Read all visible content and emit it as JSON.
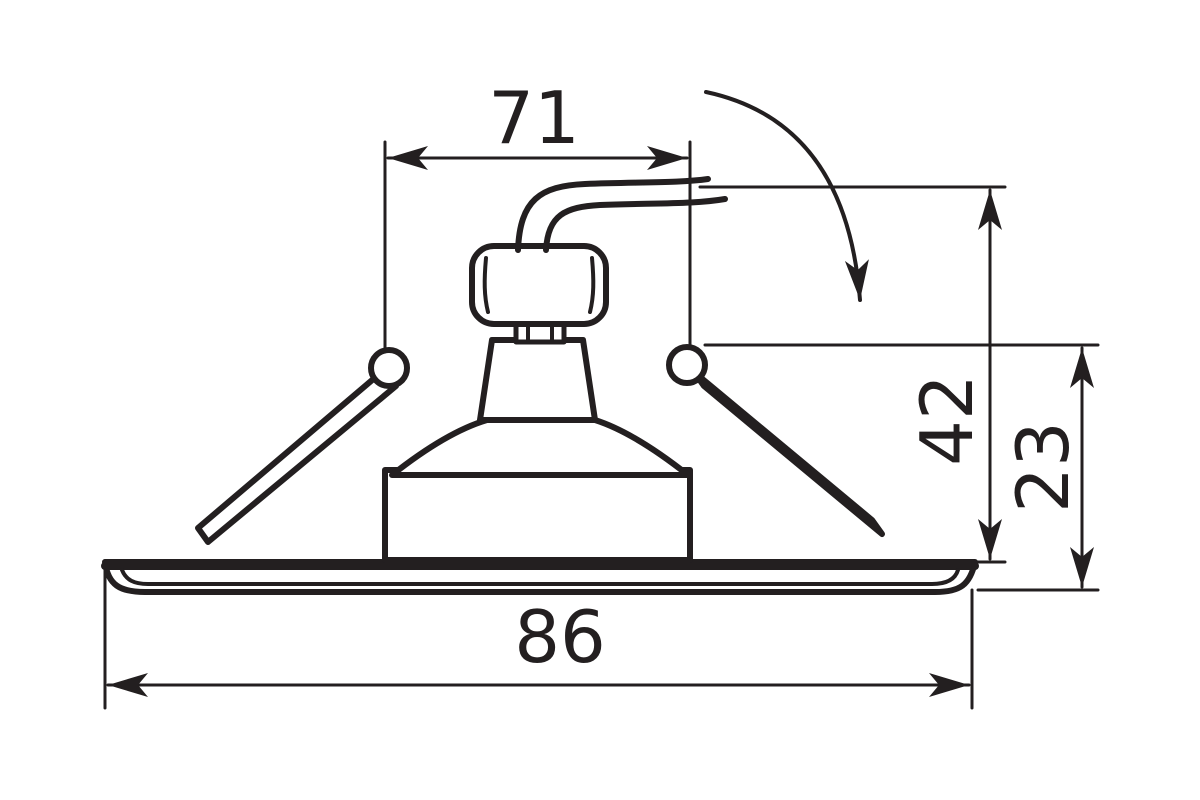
{
  "drawing": {
    "subject": "recessed-downlight-fixture",
    "line_color": "#231f20",
    "background": "#ffffff",
    "dimensions": {
      "cutout_width": "71",
      "total_height": "42",
      "recessed_depth": "23",
      "outer_diameter": "86"
    },
    "features": [
      "tilt-rotation-arrow",
      "spring-clip-left",
      "spring-clip-right",
      "lamp-socket",
      "power-cable"
    ]
  }
}
